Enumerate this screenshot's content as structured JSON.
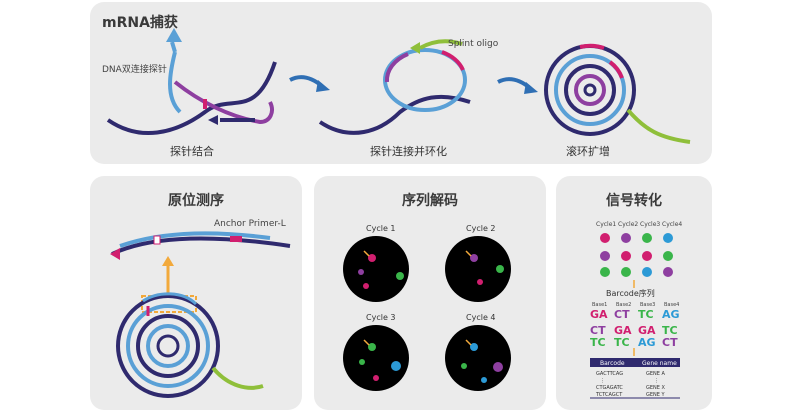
{
  "capture": {
    "title": "mRNA捕获",
    "probe_label": "DNA双连接探针",
    "splint_label": "Splint oligo",
    "steps": [
      "探针结合",
      "探针连接并环化",
      "滚环扩增"
    ]
  },
  "insitu": {
    "title": "原位测序",
    "primer_label": "Anchor Primer-L"
  },
  "decode": {
    "title": "序列解码",
    "cycles": [
      "Cycle 1",
      "Cycle 2",
      "Cycle 3",
      "Cycle 4"
    ]
  },
  "signal": {
    "title": "信号转化",
    "cycles": [
      "Cycle1",
      "Cycle2",
      "Cycle3",
      "Cycle4"
    ],
    "barcode_label": "Barcode序列",
    "bases": [
      "Base1",
      "Base2",
      "Base3",
      "Base4"
    ],
    "row1": [
      "GA",
      "CT",
      "TC",
      "AG"
    ],
    "row2": [
      "CT",
      "GA",
      "GA",
      "TC"
    ],
    "row3": [
      "TC",
      "TC",
      "AG",
      "CT"
    ],
    "table_headers": [
      "Barcode",
      "Gene name"
    ],
    "table_rows": [
      [
        "GACTTCAG",
        "GENE A"
      ],
      [
        "CTGAGATC",
        "GENE X"
      ],
      [
        "TCTCAGCT",
        "GENE Y"
      ]
    ]
  },
  "colors": {
    "navy": "#2f2a6e",
    "blue": "#5aa0d6",
    "magenta": "#d11f6f",
    "purple": "#8e3fa0",
    "green": "#8fbf3a",
    "arrow": "#2f6fb4",
    "orange": "#f2a93b"
  }
}
